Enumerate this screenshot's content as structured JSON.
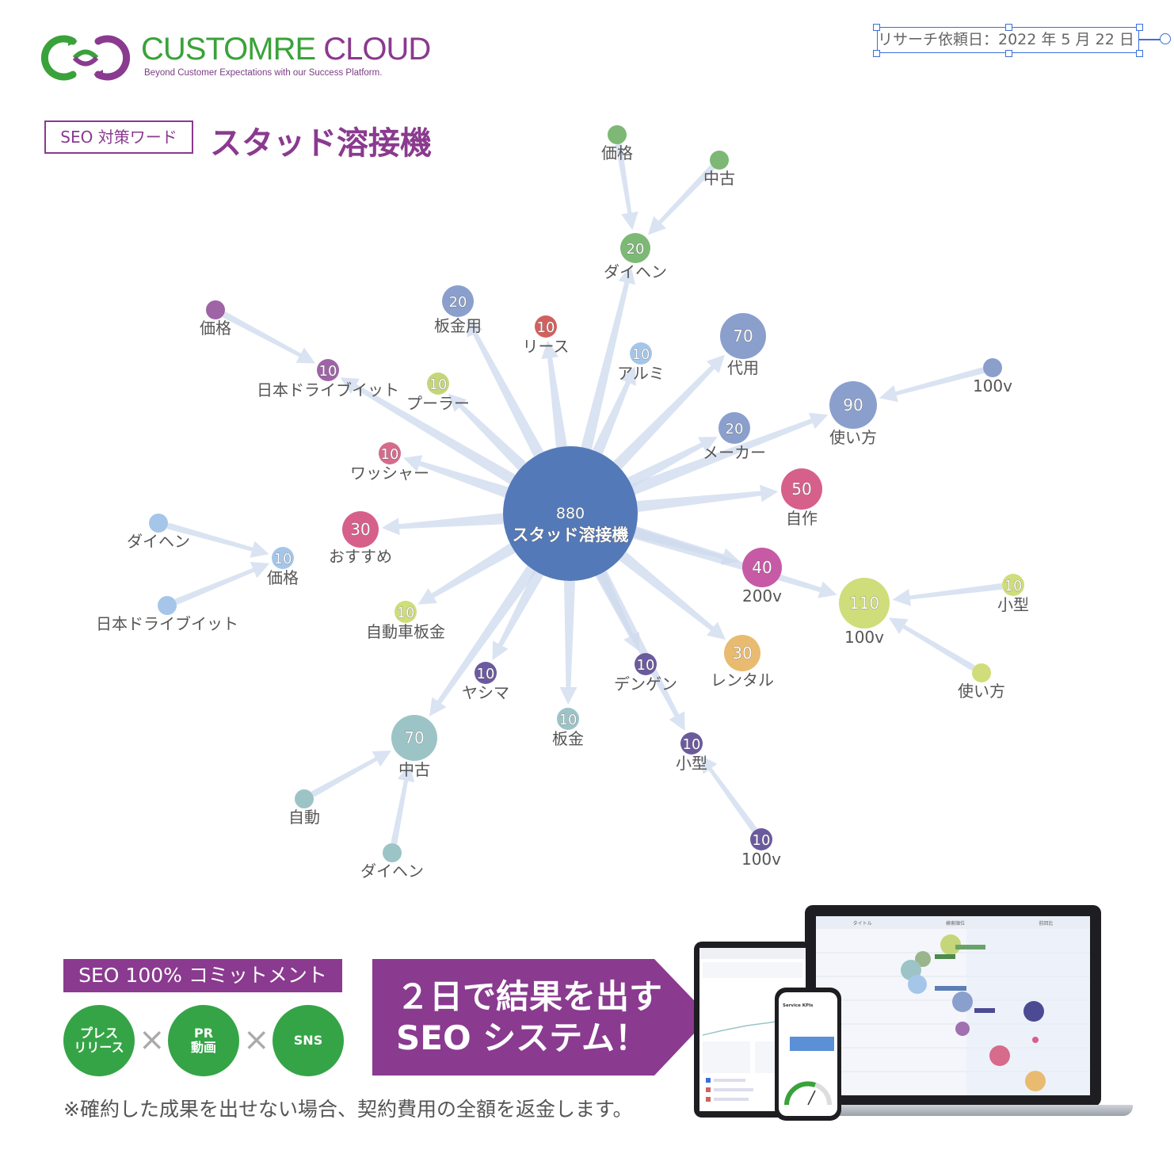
{
  "brand": {
    "name_part1": "CUSTOMRE",
    "name_part2": " CLOUD",
    "tagline": "Beyond Customer Expectations with our Success Platform.",
    "colors": {
      "green": "#3aa23a",
      "purple": "#8a3a8f"
    }
  },
  "header": {
    "research_date": "リサーチ依頼日：2022 年 5 月 22 日",
    "seo_tag": "SEO 対策ワード",
    "keyword": "スタッド溶接機"
  },
  "graph": {
    "nodes": [
      {
        "id": "root",
        "count": "880",
        "label": "スタッド溶接機",
        "color": "#5479b8",
        "size": 85
      },
      {
        "id": "n_daihen_top",
        "count": "20",
        "label": "ダイヘン",
        "color": "#7db875",
        "size": 19
      },
      {
        "id": "n_price_top",
        "count": "",
        "label": "価格",
        "color": "#7db875",
        "size": 12
      },
      {
        "id": "n_used_top",
        "count": "",
        "label": "中古",
        "color": "#7db875",
        "size": 12
      },
      {
        "id": "n_sheet",
        "count": "20",
        "label": "板金用",
        "color": "#8a9fcc",
        "size": 20
      },
      {
        "id": "n_lease",
        "count": "10",
        "label": "リース",
        "color": "#d2605f",
        "size": 14
      },
      {
        "id": "n_alumi",
        "count": "10",
        "label": "アルミ",
        "color": "#a5c6e8",
        "size": 14
      },
      {
        "id": "n_daiyou",
        "count": "70",
        "label": "代用",
        "color": "#8a9fcc",
        "size": 29
      },
      {
        "id": "n_nihon1",
        "count": "10",
        "label": "日本ドライブイット",
        "color": "#9e64a6",
        "size": 14
      },
      {
        "id": "n_price_l1",
        "count": "",
        "label": "価格",
        "color": "#9e64a6",
        "size": 12
      },
      {
        "id": "n_puller",
        "count": "10",
        "label": "プーラー",
        "color": "#c5d67a",
        "size": 14
      },
      {
        "id": "n_usage",
        "count": "90",
        "label": "使い方",
        "color": "#8a9fcc",
        "size": 30
      },
      {
        "id": "n_100v_r",
        "count": "",
        "label": "100v",
        "color": "#8a9fcc",
        "size": 12
      },
      {
        "id": "n_maker",
        "count": "20",
        "label": "メーカー",
        "color": "#8a9fcc",
        "size": 20
      },
      {
        "id": "n_washer",
        "count": "10",
        "label": "ワッシャー",
        "color": "#d66b8c",
        "size": 14
      },
      {
        "id": "n_jisaku",
        "count": "50",
        "label": "自作",
        "color": "#d6608a",
        "size": 26
      },
      {
        "id": "n_osusume",
        "count": "30",
        "label": "おすすめ",
        "color": "#d6608a",
        "size": 23
      },
      {
        "id": "n_price_l2",
        "count": "10",
        "label": "価格",
        "color": "#a5c6e8",
        "size": 14
      },
      {
        "id": "n_daihen_l",
        "count": "",
        "label": "ダイヘン",
        "color": "#a5c6e8",
        "size": 12
      },
      {
        "id": "n_nihon2",
        "count": "",
        "label": "日本ドライブイット",
        "color": "#a5c6e8",
        "size": 12
      },
      {
        "id": "n_200v",
        "count": "40",
        "label": "200v",
        "color": "#c65aa5",
        "size": 25
      },
      {
        "id": "n_100v_big",
        "count": "110",
        "label": "100v",
        "color": "#cfdd7a",
        "size": 32
      },
      {
        "id": "n_small_r",
        "count": "10",
        "label": "小型",
        "color": "#cfdd7a",
        "size": 14
      },
      {
        "id": "n_usage_r",
        "count": "",
        "label": "使い方",
        "color": "#cfdd7a",
        "size": 12
      },
      {
        "id": "n_jidousha",
        "count": "10",
        "label": "自動車板金",
        "color": "#cfdd7a",
        "size": 14
      },
      {
        "id": "n_yashima",
        "count": "10",
        "label": "ヤシマ",
        "color": "#6b5a9e",
        "size": 14
      },
      {
        "id": "n_dengen",
        "count": "10",
        "label": "デンゲン",
        "color": "#6b5a9e",
        "size": 14
      },
      {
        "id": "n_rental",
        "count": "30",
        "label": "レンタル",
        "color": "#e8bb70",
        "size": 23
      },
      {
        "id": "n_used_bl",
        "count": "70",
        "label": "中古",
        "color": "#9cc4c6",
        "size": 29
      },
      {
        "id": "n_jidou",
        "count": "",
        "label": "自動",
        "color": "#9cc4c6",
        "size": 12
      },
      {
        "id": "n_daihen_b",
        "count": "",
        "label": "ダイヘン",
        "color": "#9cc4c6",
        "size": 12
      },
      {
        "id": "n_bankin",
        "count": "10",
        "label": "板金",
        "color": "#9cc4c6",
        "size": 14
      },
      {
        "id": "n_small_b",
        "count": "10",
        "label": "小型",
        "color": "#6b5a9e",
        "size": 14
      },
      {
        "id": "n_100v_b",
        "count": "10",
        "label": "100v",
        "color": "#6b5a9e",
        "size": 14
      }
    ],
    "edges": [
      [
        "root",
        "n_daihen_top"
      ],
      [
        "n_price_top",
        "n_daihen_top"
      ],
      [
        "n_used_top",
        "n_daihen_top"
      ],
      [
        "root",
        "n_sheet"
      ],
      [
        "root",
        "n_lease"
      ],
      [
        "root",
        "n_alumi"
      ],
      [
        "root",
        "n_daiyou"
      ],
      [
        "root",
        "n_nihon1"
      ],
      [
        "n_price_l1",
        "n_nihon1"
      ],
      [
        "root",
        "n_puller"
      ],
      [
        "root",
        "n_maker"
      ],
      [
        "root",
        "n_usage"
      ],
      [
        "n_100v_r",
        "n_usage"
      ],
      [
        "root",
        "n_washer"
      ],
      [
        "root",
        "n_jisaku"
      ],
      [
        "root",
        "n_osusume"
      ],
      [
        "n_daihen_l",
        "n_price_l2"
      ],
      [
        "n_nihon2",
        "n_price_l2"
      ],
      [
        "root",
        "n_200v"
      ],
      [
        "root",
        "n_100v_big"
      ],
      [
        "n_small_r",
        "n_100v_big"
      ],
      [
        "n_usage_r",
        "n_100v_big"
      ],
      [
        "root",
        "n_jidousha"
      ],
      [
        "root",
        "n_yashima"
      ],
      [
        "root",
        "n_used_bl"
      ],
      [
        "n_jidou",
        "n_used_bl"
      ],
      [
        "n_daihen_b",
        "n_used_bl"
      ],
      [
        "root",
        "n_bankin"
      ],
      [
        "root",
        "n_dengen"
      ],
      [
        "root",
        "n_small_b"
      ],
      [
        "n_100v_b",
        "n_small_b"
      ],
      [
        "root",
        "n_rental"
      ]
    ]
  },
  "footer": {
    "commit_banner": "SEO 100% コミットメント",
    "badges": [
      "プレス\nリリース",
      "PR\n動画",
      "SNS"
    ],
    "times": "×",
    "result_text": "２日で結果を出す\nSEO システム！",
    "refund_note": "※確約した成果を出せない場合、契約費用の全額を返金します。",
    "devices": {
      "phone_title": "Service KPIs",
      "tablet_header": [
        "タイトル",
        "検索順位",
        "前回比"
      ]
    }
  }
}
